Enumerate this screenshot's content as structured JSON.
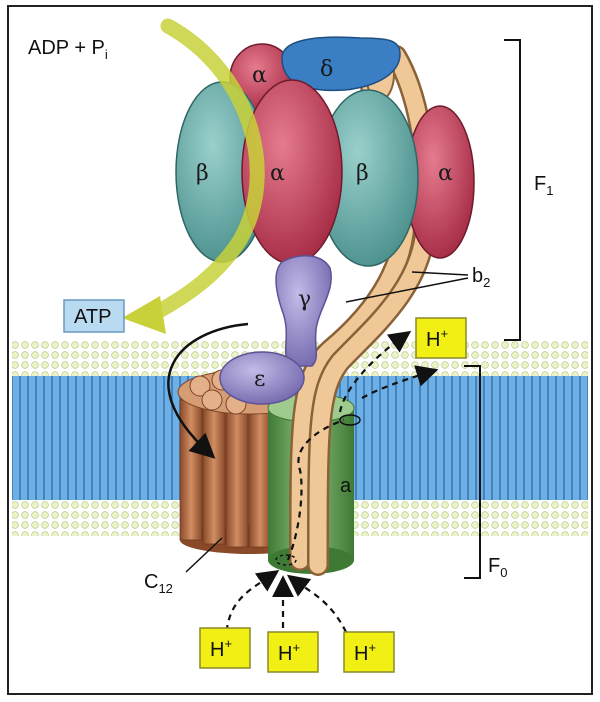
{
  "labels": {
    "reactant": "ADP + P",
    "reactant_sub": "i",
    "product": "ATP",
    "f1": "F",
    "f1_sub": "1",
    "f0": "F",
    "f0_sub": "0",
    "b2": "b",
    "b2_sub": "2",
    "c12": "C",
    "c12_sub": "12",
    "a": "a",
    "proton": "H",
    "proton_sup": "+"
  },
  "subunits": {
    "alpha": "α",
    "beta": "β",
    "delta": "δ",
    "gamma": "γ",
    "epsilon": "ε"
  },
  "colors": {
    "alpha": "#c9405a",
    "beta": "#6fb3b0",
    "delta": "#3a7fc4",
    "gamma": "#9a8fcc",
    "stator": "#e8b684",
    "c_ring": "#b86e45",
    "a_subunit": "#5e9a4e",
    "proton_box": "#f2ef14",
    "atp_box": "#b9dbf2",
    "arrow_yellow": "#d9e24a"
  }
}
